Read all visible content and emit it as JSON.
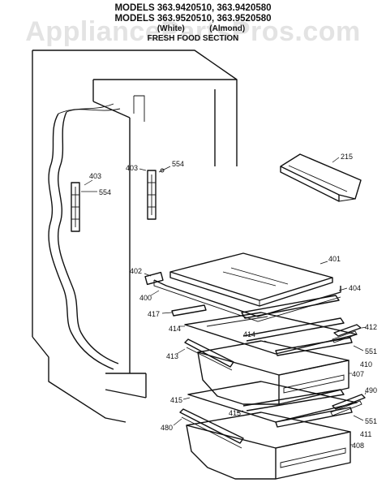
{
  "header": {
    "line1": "MODELS 363.9420510, 363.9420580",
    "line2": "MODELS 363.9520510, 363.9520580",
    "line3": "(White)           (Almond)",
    "section": "FRESH FOOD SECTION"
  },
  "watermark": "AppliancePartsPros.com",
  "part_labels": {
    "p215": "215",
    "p403a": "403",
    "p554a": "554",
    "p403b": "403",
    "p554b": "554",
    "p401": "401",
    "p402": "402",
    "p400": "400",
    "p404": "404",
    "p417": "417",
    "p414a": "414",
    "p414b": "414",
    "p412": "412",
    "p413": "413",
    "p551a": "551",
    "p410": "410",
    "p407": "407",
    "p415a": "415",
    "p415b": "415",
    "p490": "490",
    "p480": "480",
    "p551b": "551",
    "p411": "411",
    "p408": "408"
  }
}
